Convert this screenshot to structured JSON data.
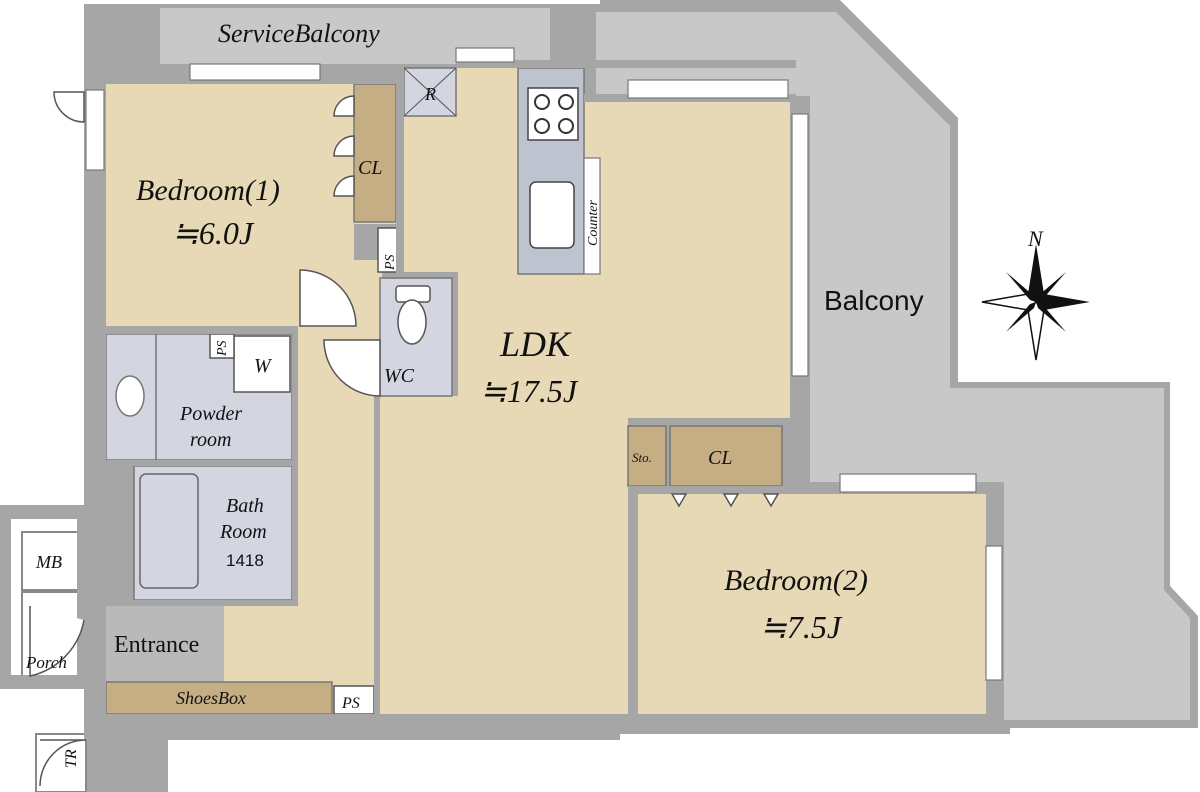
{
  "rooms": {
    "service_balcony": "ServiceBalcony",
    "bedroom1_name": "Bedroom(1)",
    "bedroom1_area": "≒6.0J",
    "bedroom1_closet": "CL",
    "refrigerator": "R",
    "ps_top": "PS",
    "ps_powder": "PS",
    "ps_bottom": "PS",
    "counter": "Counter",
    "balcony": "Balcony",
    "compass_n": "N",
    "ldk_name": "LDK",
    "ldk_area": "≒17.5J",
    "wc": "WC",
    "washer": "W",
    "powder_room_line1": "Powder",
    "powder_room_line2": "room",
    "bath_line1": "Bath",
    "bath_line2": "Room",
    "bath_size": "1418",
    "storage": "Sto.",
    "bedroom2_closet": "CL",
    "bedroom2_name": "Bedroom(2)",
    "bedroom2_area": "≒7.5J",
    "meter_box": "MB",
    "entrance": "Entrance",
    "porch": "Porch",
    "shoes_box": "ShoesBox",
    "trunk_room": "TR"
  },
  "colors": {
    "wall": "#a6a6a6",
    "balcony": "#c8c8c8",
    "floor": "#e8d9b6",
    "wet_area": "#d3d6e0",
    "closet": "#c6ae84",
    "entrance": "#b9b9b9",
    "counter": "#bfc3d0"
  }
}
